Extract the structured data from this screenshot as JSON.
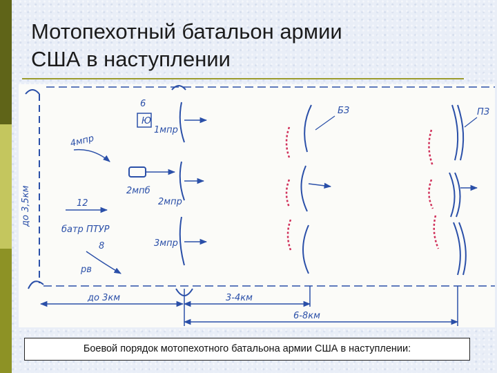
{
  "slide": {
    "title_line1": "Мотопехотный батальон армии",
    "title_line2": "США в наступлении",
    "caption": "Боевой порядок мотопехотного батальона армии США в наступлении:"
  },
  "diagram": {
    "labels": {
      "co1": "1мпр",
      "co2": "2мпр",
      "co3": "3мпр",
      "co4": "4мпр",
      "tank_co": "2мпб",
      "atgm": "батр ПТУР",
      "atgm_count": "12",
      "cp_num": "6",
      "recon_num": "8",
      "recon": "рв",
      "flag": "Ю",
      "bz": "БЗ",
      "pz": "ПЗ",
      "depth": "до 3,5км",
      "dist1": "до 3км",
      "dist2": "3-4км",
      "dist3": "6-8км"
    },
    "colors": {
      "ink": "#2a4fa8",
      "enemy": "#d0305a",
      "paper": "#fbfbf8"
    }
  }
}
